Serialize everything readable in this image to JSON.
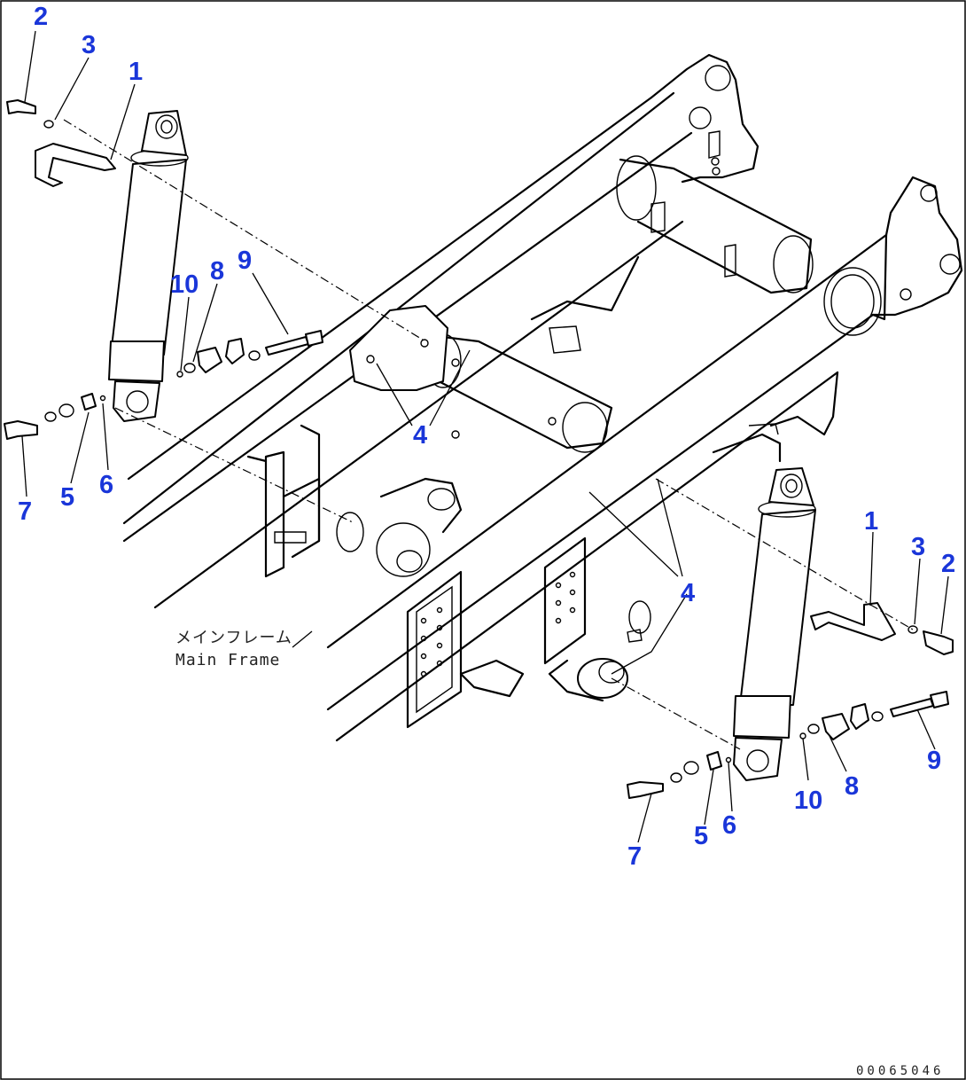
{
  "labels": {
    "item_1_left": "1",
    "item_2_left": "2",
    "item_3_left": "3",
    "item_4_left": "4",
    "item_5_left": "5",
    "item_6_left": "6",
    "item_7_left": "7",
    "item_8_left": "8",
    "item_9_left": "9",
    "item_10_left": "10",
    "item_1_right": "1",
    "item_2_right": "2",
    "item_3_right": "3",
    "item_4_right": "4",
    "item_5_right": "5",
    "item_6_right": "6",
    "item_7_right": "7",
    "item_8_right": "8",
    "item_9_right": "9",
    "item_10_right": "10"
  },
  "main_frame": {
    "label_jp": "メインフレーム",
    "label_en": "Main Frame"
  },
  "drawing_code": "00065046",
  "colors": {
    "callout": "#1a36d9",
    "line": "#000000",
    "background": "#ffffff"
  }
}
